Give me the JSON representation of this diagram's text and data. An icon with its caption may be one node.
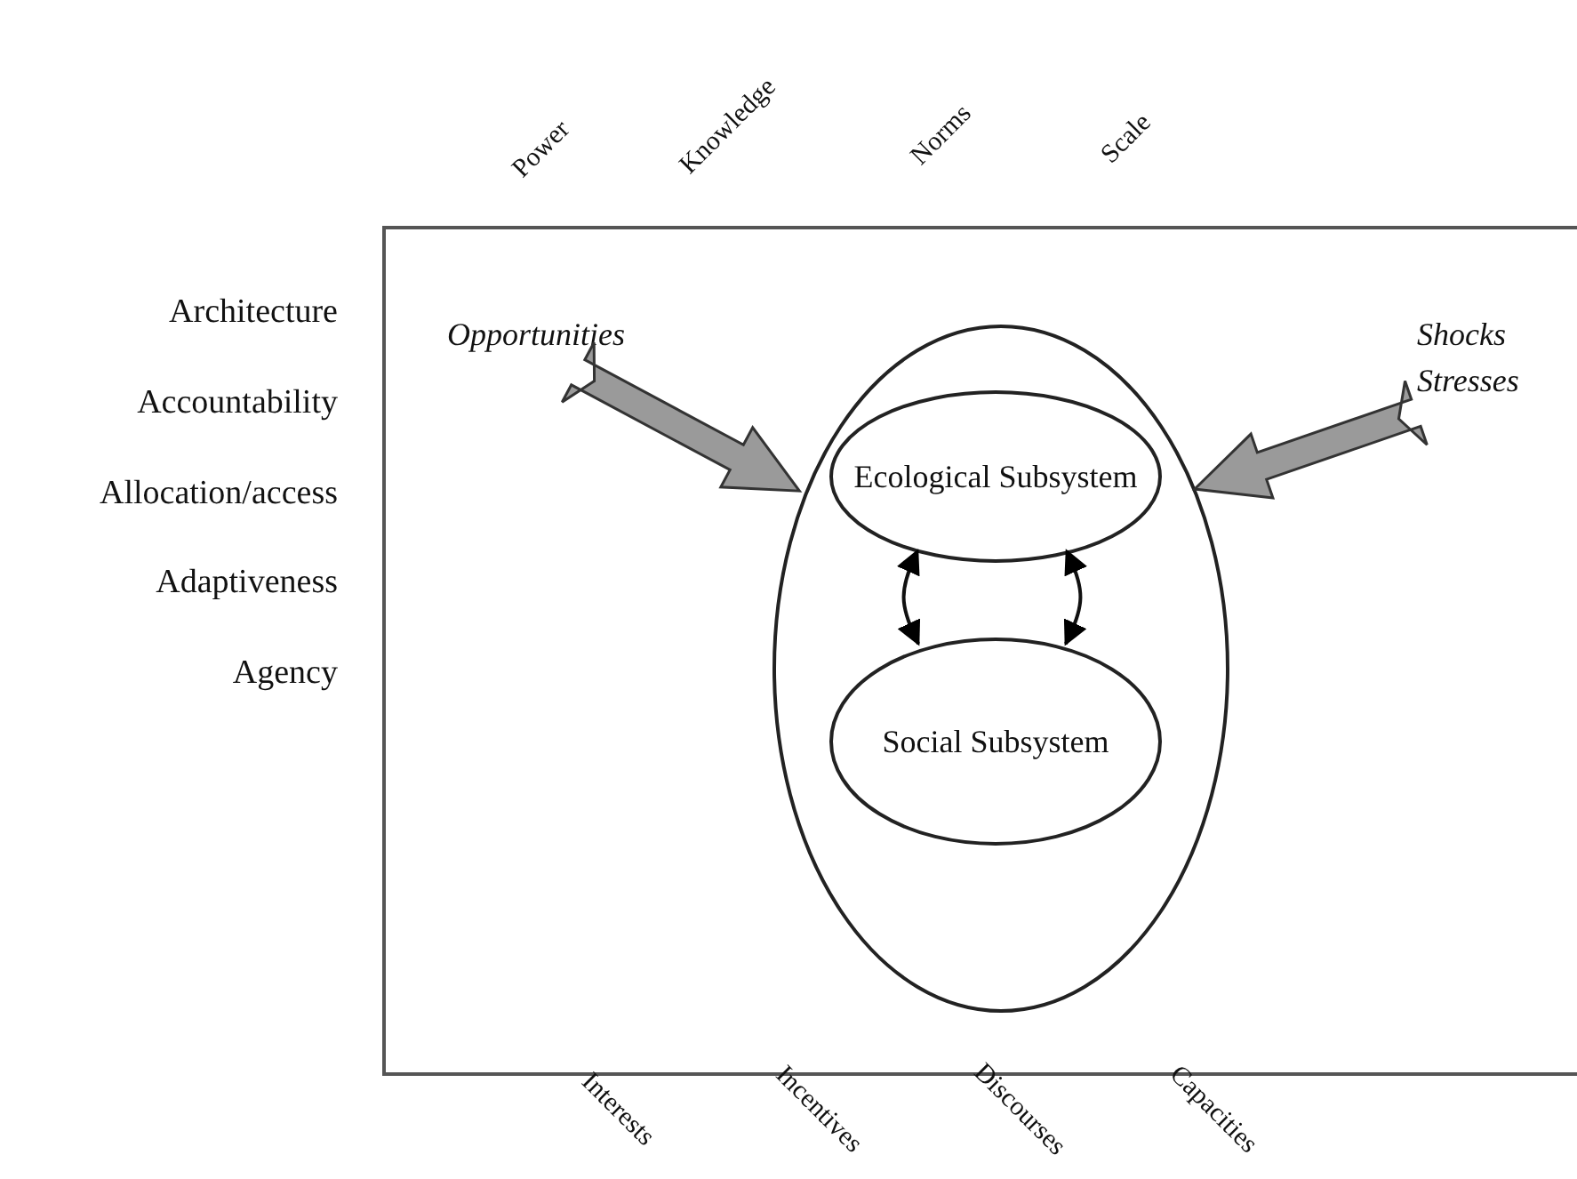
{
  "diagram": {
    "nodes": [
      {
        "text": [],
        "shape": "box"
      },
      {
        "text": [
          "Opportunities"
        ],
        "in": 0
      },
      {
        "text": [
          "Shocks Stresses"
        ],
        "in": 0
      },
      {
        "text": [],
        "shape": "circle",
        "in": 0
      },
      {
        "text": [
          "Ecological Subsystem"
        ],
        "in": 3
      },
      {
        "text": [
          "Social Subsystem"
        ],
        "in": 3
      }
    ],
    "edges": [
      {
        "from": 1,
        "to": 3,
        "arrow": "to",
        "style": "thick",
        "color": "#9a9a9a"
      },
      {
        "from": 2,
        "to": 3,
        "arrow": "to",
        "style": "thick",
        "color": "#9a9a9a"
      },
      {
        "from": 4,
        "to": 5,
        "arrow": "both"
      },
      {
        "from": 4,
        "to": 5,
        "arrow": "both"
      }
    ],
    "labels": [
      "Power",
      "Knowledge",
      "Norms",
      "Scale",
      "Architecture",
      "Accountability",
      "Allocation/access",
      "Adaptiveness",
      "Agency",
      "Interests",
      "Incentives",
      "Discourses",
      "Capacities"
    ]
  }
}
